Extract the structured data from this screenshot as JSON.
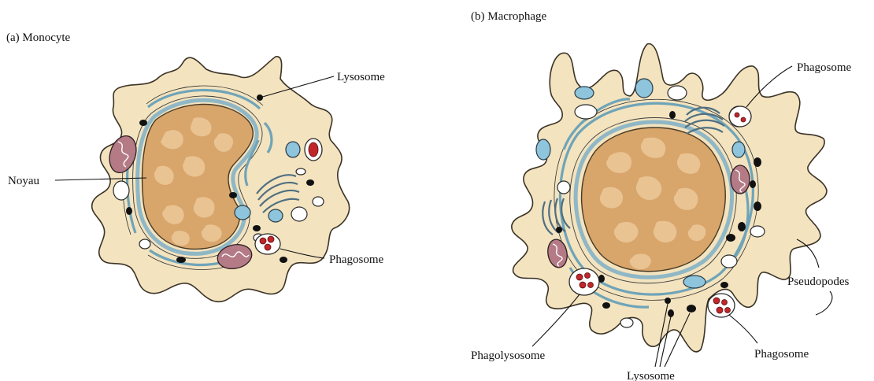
{
  "panels": {
    "monocyte": {
      "title": "(a) Monocyte",
      "labels": {
        "lysosome": "Lysosome",
        "noyau": "Noyau",
        "phagosome": "Phagosome"
      }
    },
    "macrophage": {
      "title": "(b) Macrophage",
      "labels": {
        "phagosome_top": "Phagosome",
        "pseudopodes": "Pseudopodes",
        "phagolysosome": "Phagolysosome",
        "lysosome": "Lysosome",
        "phagosome_bottom": "Phagosome"
      }
    }
  },
  "colors": {
    "cytoplasm": "#f3e3bf",
    "nucleus": "#d8a56b",
    "vesicle": "#8ec4dc",
    "mitochondrion": "#b47a86",
    "bacteria": "#c0262a",
    "lysosome": "#111111"
  }
}
